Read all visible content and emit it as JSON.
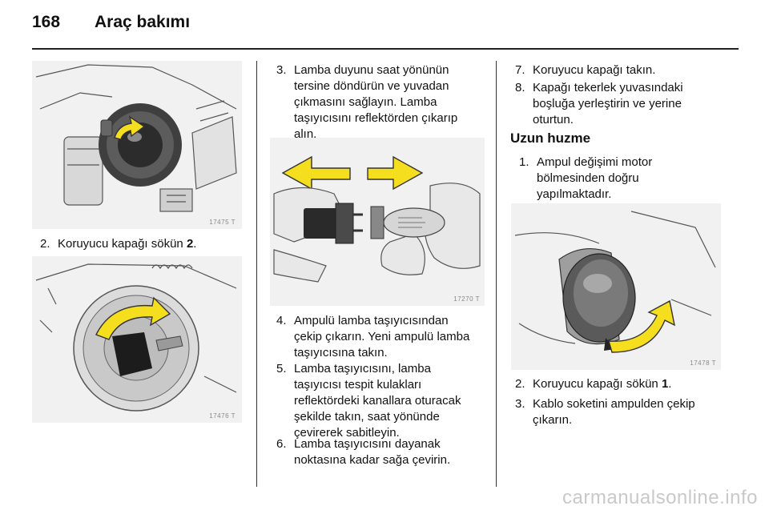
{
  "header": {
    "page_number": "168",
    "title": "Araç bakımı"
  },
  "left": {
    "fig1_code": "17475 T",
    "step2": {
      "num": "2.",
      "text": "Koruyucu kapağı sökün",
      "ref": "2"
    },
    "fig2_code": "17476 T"
  },
  "middle": {
    "step3": {
      "num": "3.",
      "lines": [
        "Lamba duyunu saat yönünün",
        "tersine döndürün ve yuvadan",
        "çıkmasını sağlayın. Lamba",
        "taşıyıcısını reflektörden çıkarıp",
        "alın."
      ]
    },
    "fig3_code": "17270 T",
    "step4": {
      "num": "4.",
      "lines": [
        "Ampulü lamba taşıyıcısından",
        "çekip çıkarın. Yeni ampulü lamba",
        "taşıyıcısına takın."
      ]
    },
    "step5": {
      "num": "5.",
      "lines": [
        "Lamba taşıyıcısını, lamba",
        "taşıyıcısı tespit kulakları",
        "reflektördeki kanallara oturacak",
        "şekilde takın, saat yönünde",
        "çevirerek sabitleyin."
      ]
    },
    "step6": {
      "num": "6.",
      "lines": [
        "Lamba taşıyıcısını dayanak",
        "noktasına kadar sağa çevirin."
      ]
    }
  },
  "right": {
    "step7": {
      "num": "7.",
      "lines": [
        "Koruyucu kapağı takın."
      ]
    },
    "step8": {
      "num": "8.",
      "lines": [
        "Kapağı tekerlek yuvasındaki",
        "boşluğa yerleştirin ve yerine",
        "oturtun."
      ]
    },
    "heading": "Uzun huzme",
    "step_h1": {
      "num": "1.",
      "lines": [
        "Ampul değişimi motor",
        "bölmesinden doğru",
        "yapılmaktadır."
      ]
    },
    "fig4_code": "17478 T",
    "step_h2": {
      "num": "2.",
      "text": "Koruyucu kapağı sökün",
      "ref": "1"
    },
    "step_h3": {
      "num": "3.",
      "lines": [
        "Kablo soketini ampulden çekip",
        "çıkarın."
      ]
    }
  },
  "footer": {
    "watermark": "carmanualsonline.info"
  },
  "colors": {
    "arrow_yellow": "#f4de1e",
    "figure_bg": "#f1f1f1"
  }
}
